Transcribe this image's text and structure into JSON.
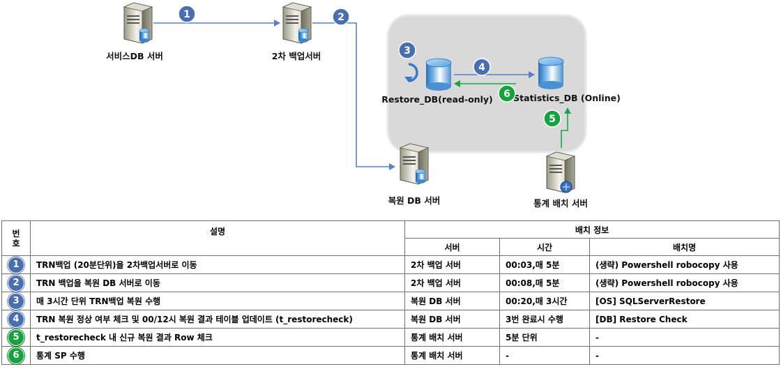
{
  "diagram": {
    "nodes": {
      "service_db": "서비스DB 서버",
      "backup2": "2차 백업서버",
      "restore_server": "복원 DB 서버",
      "stats_batch": "통계 배치 서버",
      "restore_db": "Restore_DB(read-only)",
      "statistics_db": "Statistics_DB (Online)"
    },
    "steps": [
      "1",
      "2",
      "3",
      "4",
      "5",
      "6"
    ]
  },
  "table": {
    "header": {
      "num": "번\n호",
      "desc": "설명",
      "batch_info": "배치 정보",
      "server": "서버",
      "time": "시간",
      "batch_name": "배치명"
    },
    "rows": [
      {
        "num": "1",
        "color": "blue",
        "desc": "TRN백업 (20분단위)을 2차백업서버로 이동",
        "server": "2차 백업 서버",
        "time": "00:03,매 5분",
        "batch": "(생략) Powershell robocopy 사용"
      },
      {
        "num": "2",
        "color": "blue",
        "desc": "TRN 백업을 복원 DB 서버로 이동",
        "server": "2차 백업 서버",
        "time": "00:08,매 5분",
        "batch": "(생략) Powershell robocopy 사용"
      },
      {
        "num": "3",
        "color": "blue",
        "desc": "매 3시간 단위 TRN백업 복원 수행",
        "server": "복원 DB 서버",
        "time": "00:20,매 3시간",
        "batch": "[OS] SQLServerRestore"
      },
      {
        "num": "4",
        "color": "blue",
        "desc": "TRN 복원 정상 여부 체크 및 00/12시 복원 결과 테이블 업데이트 (t_restorecheck)",
        "server": "복원 DB 서버",
        "time": "3번 완료시 수행",
        "batch": "[DB] Restore Check"
      },
      {
        "num": "5",
        "color": "green",
        "desc": "t_restorecheck 내 신규 복원 결과 Row 체크",
        "server": "통계 배치 서버",
        "time": "5분 단위",
        "batch": "-"
      },
      {
        "num": "6",
        "color": "green",
        "desc": "통계 SP 수행",
        "server": "통계 배치 서버",
        "time": "-",
        "batch": "-"
      }
    ]
  },
  "colors": {
    "step_blue": "#4a6fb0",
    "step_green": "#14a33c",
    "flow_blue": "#5b80c0",
    "flow_green": "#19a64a",
    "restore_zone": "#d9d9d9"
  }
}
